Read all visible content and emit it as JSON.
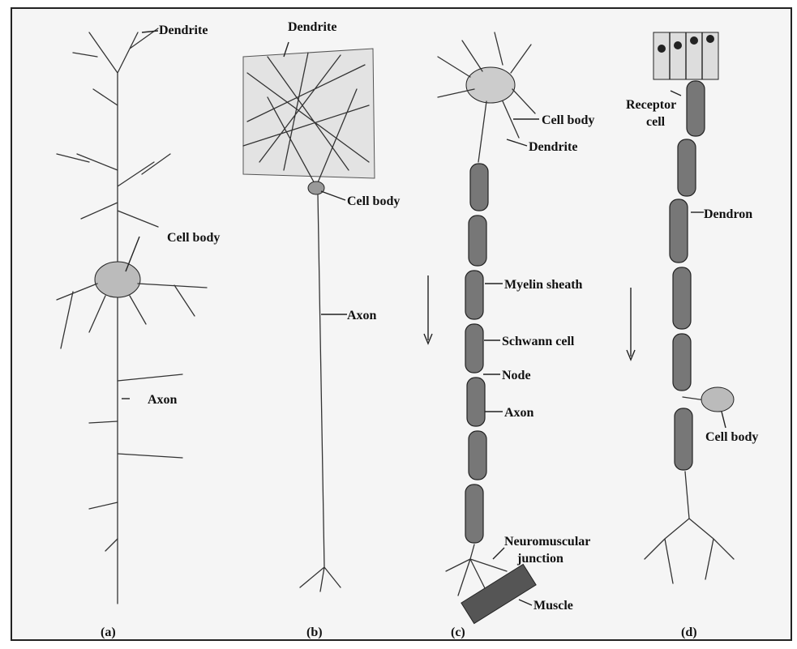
{
  "panels": {
    "a": {
      "caption": "(a)",
      "labels": {
        "dendrite": "Dendrite",
        "cell_body": "Cell body",
        "axon": "Axon"
      }
    },
    "b": {
      "caption": "(b)",
      "labels": {
        "dendrite": "Dendrite",
        "cell_body": "Cell body",
        "axon": "Axon"
      }
    },
    "c": {
      "caption": "(c)",
      "labels": {
        "cell_body": "Cell body",
        "dendrite": "Dendrite",
        "myelin": "Myelin sheath",
        "schwann": "Schwann cell",
        "node": "Node",
        "axon": "Axon",
        "nmj1": "Neuromuscular",
        "nmj2": "junction",
        "muscle": "Muscle"
      }
    },
    "d": {
      "caption": "(d)",
      "labels": {
        "receptor1": "Receptor",
        "receptor2": "cell",
        "dendron": "Dendron",
        "cell_body": "Cell body"
      }
    }
  }
}
